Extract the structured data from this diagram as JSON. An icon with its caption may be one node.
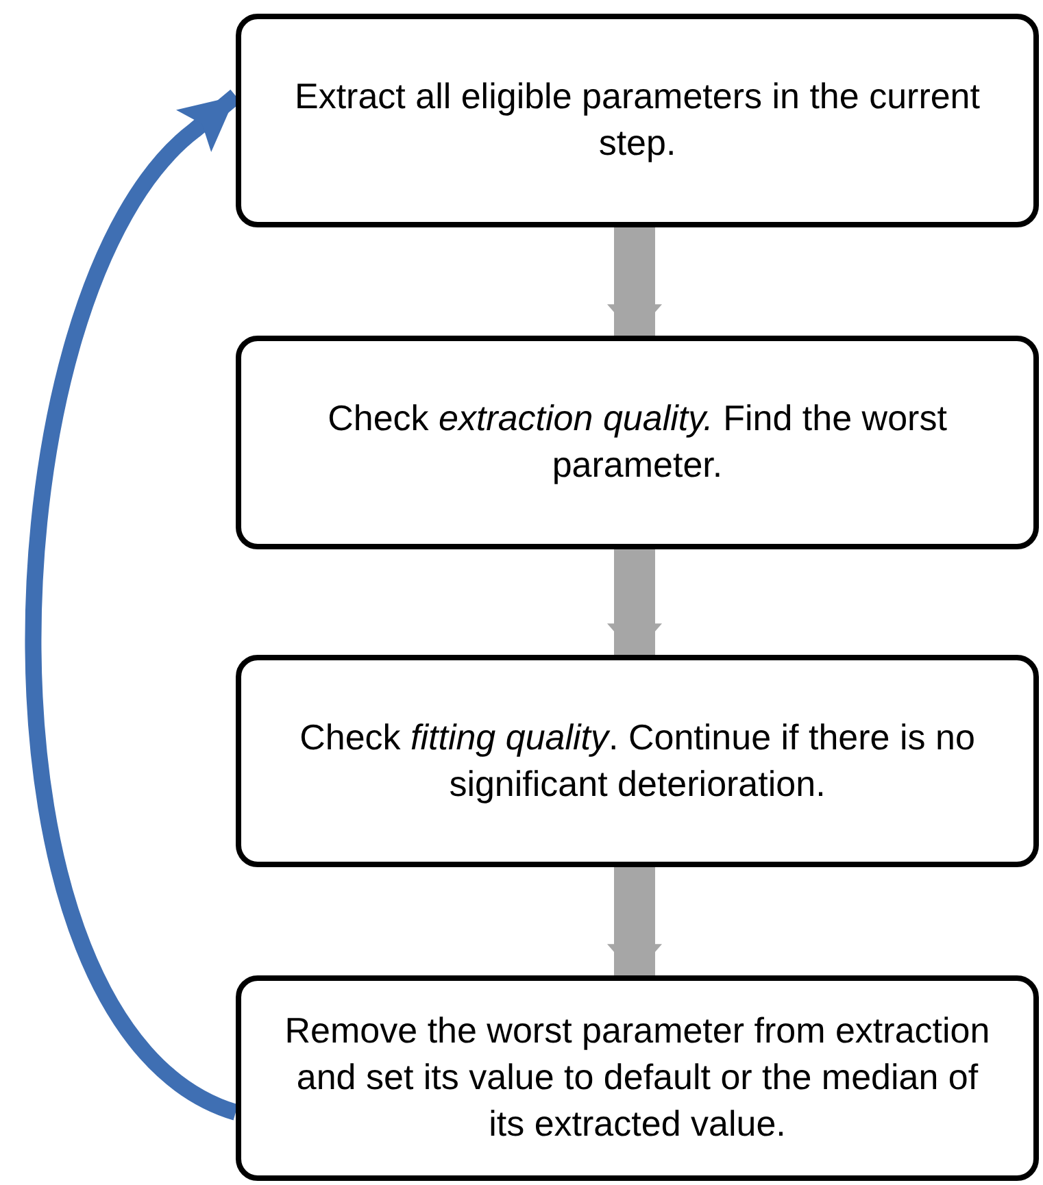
{
  "diagram": {
    "nodes": [
      {
        "text": [
          "Extract all eligible parameters in the current step."
        ]
      },
      {
        "text": [
          "Check *extraction quality.* Find the worst parameter."
        ]
      },
      {
        "text": [
          "Check *fitting quality*. Continue if there is no significant deterioration."
        ]
      },
      {
        "text": [
          "Remove the worst parameter from extraction and set its value to default or the median of its extracted value."
        ]
      }
    ],
    "edges": [
      {
        "from": 0,
        "to": 1,
        "arrow": "to"
      },
      {
        "from": 1,
        "to": 2,
        "arrow": "to"
      },
      {
        "from": 2,
        "to": 3,
        "arrow": "to"
      },
      {
        "from": 3,
        "to": 0,
        "arrow": "to",
        "color": "#3f6fb3"
      }
    ]
  }
}
